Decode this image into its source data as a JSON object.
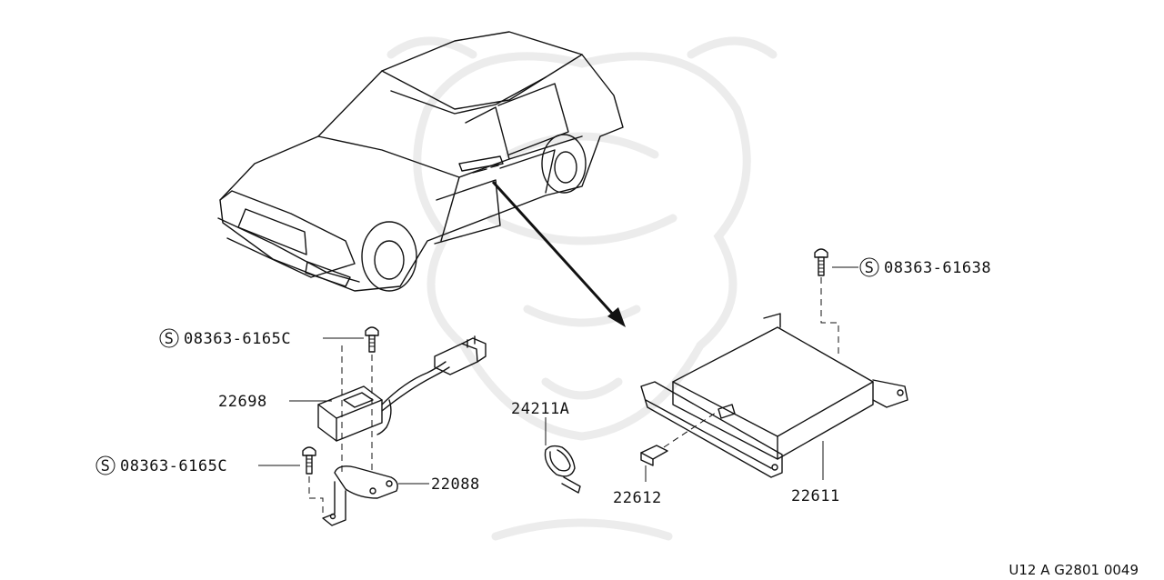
{
  "diagram": {
    "callouts": {
      "bolt_top_right": "08363-61638",
      "bolt_left_upper": "08363-6165C",
      "bolt_left_lower": "08363-6165C",
      "control_unit": "22698",
      "bracket": "22088",
      "clamp": "24211A",
      "harness_clip": "22612",
      "ecu_module": "22611",
      "standard_part_symbol": "S"
    },
    "footer_code": "U12 A G2801 0049"
  }
}
